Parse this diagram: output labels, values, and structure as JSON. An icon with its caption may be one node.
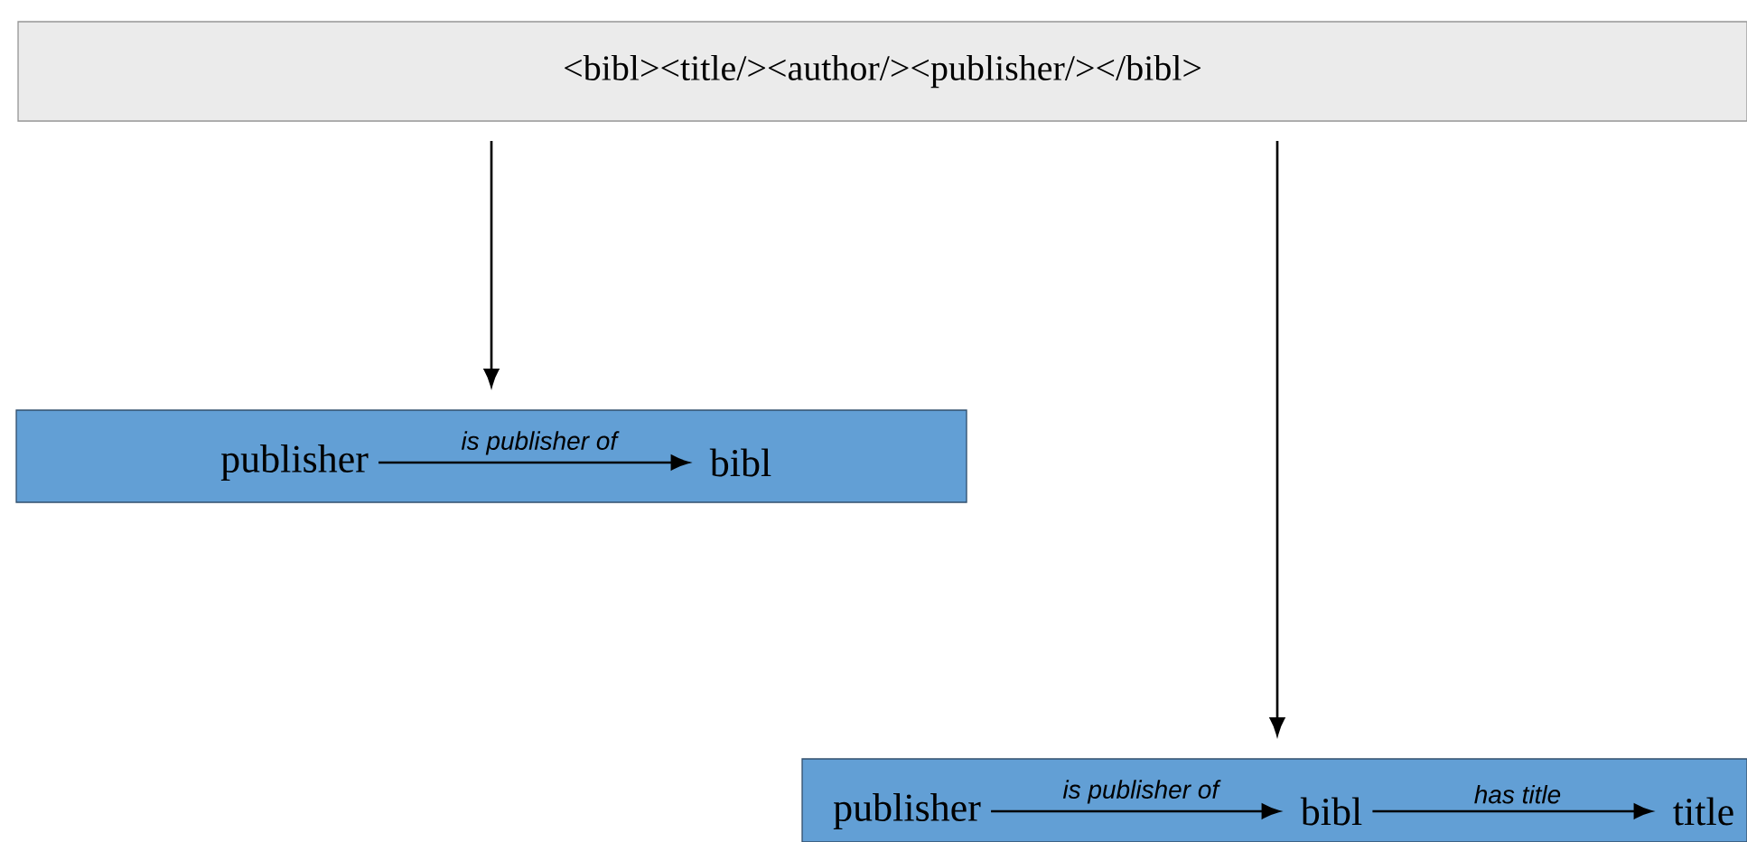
{
  "diagram": {
    "nodes": [
      {
        "text": [
          "<bibl><title/><author/><publisher/></bibl>"
        ]
      },
      {
        "text": [],
        "shape": "box"
      },
      {
        "text": [
          "publisher"
        ],
        "in": 1
      },
      {
        "text": [
          "bibl"
        ],
        "in": 1
      },
      {
        "text": [],
        "shape": "box"
      },
      {
        "text": [
          "publisher"
        ],
        "in": 4
      },
      {
        "text": [
          "bibl"
        ],
        "in": 4
      },
      {
        "text": [
          "title"
        ],
        "in": 4
      }
    ],
    "edges": [
      {
        "from": 0,
        "to": 1,
        "arrow": "to"
      },
      {
        "from": 0,
        "to": 4,
        "arrow": "to"
      },
      {
        "from": 2,
        "to": 3,
        "arrow": "to",
        "label": "is publisher of"
      },
      {
        "from": 5,
        "to": 6,
        "arrow": "to",
        "label": "is publisher of"
      },
      {
        "from": 6,
        "to": 7,
        "arrow": "to",
        "label": "has title"
      }
    ]
  }
}
